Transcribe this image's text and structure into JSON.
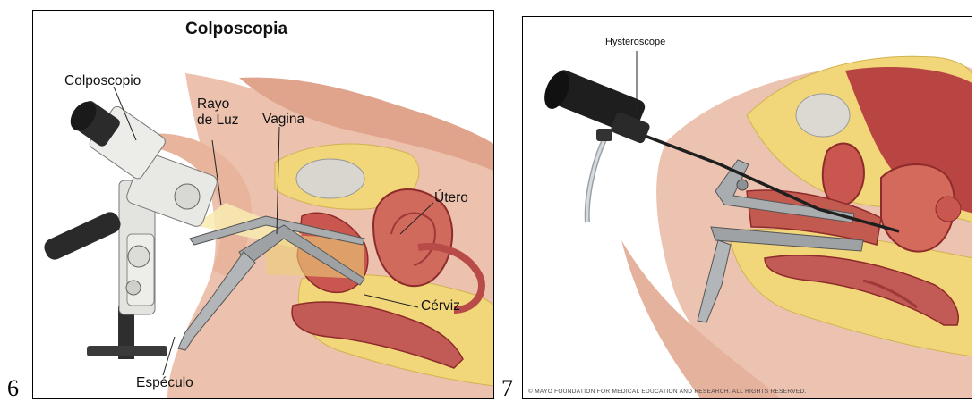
{
  "figures": [
    {
      "number": "6",
      "title": "Colposcopia",
      "labels": {
        "colposcope": "Colposcopio",
        "light_ray": "Rayo\nde Luz",
        "vagina": "Vagina",
        "uterus": "Útero",
        "cervix": "Cérviz",
        "speculum": "Espéculo"
      }
    },
    {
      "number": "7",
      "labels": {
        "hysteroscope": "Hysteroscope"
      },
      "copyright": "© MAYO FOUNDATION FOR MEDICAL EDUCATION AND RESEARCH. ALL RIGHTS RESERVED."
    }
  ],
  "colors": {
    "skin": "#e9b8a2",
    "skin_dark": "#d9967e",
    "fat": "#f2d77a",
    "tissue": "#c9574f",
    "tissue_dark": "#8e2b2b",
    "metal": "#a9adb0",
    "device": "#e6e6e3"
  }
}
